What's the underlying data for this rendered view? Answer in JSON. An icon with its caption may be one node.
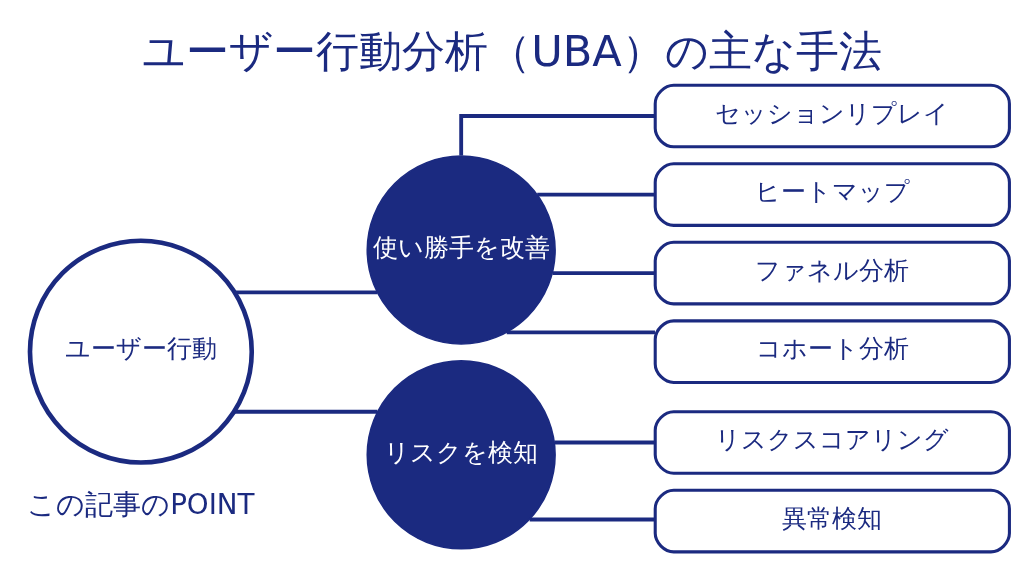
{
  "diagram": {
    "title": "ユーザー行動分析（UBA）の主な手法",
    "nodes": [
      {
        "text": [
          "ユーザー行動"
        ]
      },
      {
        "text": [
          "使い勝手を改善"
        ]
      },
      {
        "text": [
          "リスクを検知"
        ]
      },
      {
        "text": [
          "セッションリプレイ"
        ]
      },
      {
        "text": [
          "ヒートマップ"
        ]
      },
      {
        "text": [
          "ファネル分析"
        ]
      },
      {
        "text": [
          "コホート分析"
        ]
      },
      {
        "text": [
          "リスクスコアリング"
        ]
      },
      {
        "text": [
          "異常検知"
        ]
      }
    ],
    "edges": [
      {
        "from": 0,
        "to": 1,
        "arrow": "none"
      },
      {
        "from": 0,
        "to": 2,
        "arrow": "none"
      },
      {
        "from": 1,
        "to": 3,
        "arrow": "none"
      },
      {
        "from": 1,
        "to": 4,
        "arrow": "none"
      },
      {
        "from": 1,
        "to": 5,
        "arrow": "none"
      },
      {
        "from": 1,
        "to": 6,
        "arrow": "none"
      },
      {
        "from": 2,
        "to": 7,
        "arrow": "none"
      },
      {
        "from": 2,
        "to": 8,
        "arrow": "none"
      }
    ],
    "labels": [
      "この記事のPOINT"
    ]
  }
}
